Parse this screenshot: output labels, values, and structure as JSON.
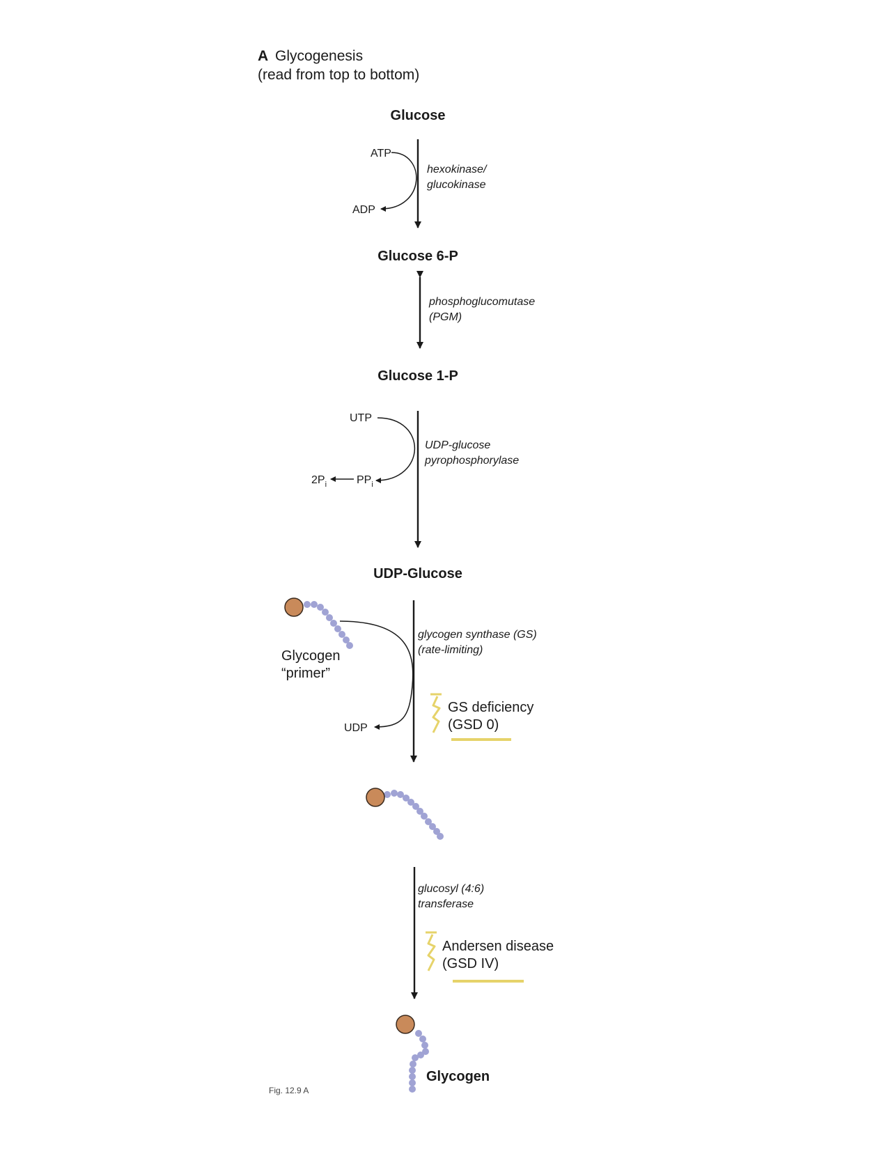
{
  "header": {
    "letter": "A",
    "title": "Glycogenesis",
    "subtitle": "(read from top to bottom)"
  },
  "metabolites": {
    "glucose": "Glucose",
    "glucose_6p": "Glucose 6-P",
    "glucose_1p": "Glucose 1-P",
    "udp_glucose": "UDP-Glucose",
    "glycogen": "Glycogen"
  },
  "steps": [
    {
      "enzyme_line1": "hexokinase/",
      "enzyme_line2": "glucokinase",
      "cofactor_in": "ATP",
      "cofactor_out": "ADP"
    },
    {
      "enzyme_line1": "phosphoglucomutase",
      "enzyme_line2": "(PGM)"
    },
    {
      "enzyme_line1": "UDP-glucose",
      "enzyme_line2": "pyrophosphorylase",
      "cofactor_in": "UTP",
      "cofactor_out": "PP",
      "cofactor_out_sub": "i",
      "cofactor_out2": "2P",
      "cofactor_out2_sub": "i"
    },
    {
      "enzyme_line1": "glycogen synthase (GS)",
      "enzyme_line2": "(rate-limiting)",
      "primer_line1": "Glycogen",
      "primer_line2": "“primer”",
      "cofactor_out": "UDP"
    },
    {
      "enzyme_line1": "glucosyl (4:6)",
      "enzyme_line2": "transferase"
    }
  ],
  "diseases": [
    {
      "line1": "GS deficiency",
      "line2": "(GSD 0)"
    },
    {
      "line1": "Andersen disease",
      "line2": "(GSD IV)"
    }
  ],
  "footer": {
    "caption": "Fig. 12.9 A"
  },
  "colors": {
    "line": "#1a1a1a",
    "protein_core": "#c98a5a",
    "protein_outline": "#3a2a1e",
    "glucose_bead": "#a0a3d4",
    "disease_marker": "#e6d36a"
  },
  "icons": [
    "protein-core-icon",
    "glucose-chain-icon",
    "lightning-icon"
  ]
}
